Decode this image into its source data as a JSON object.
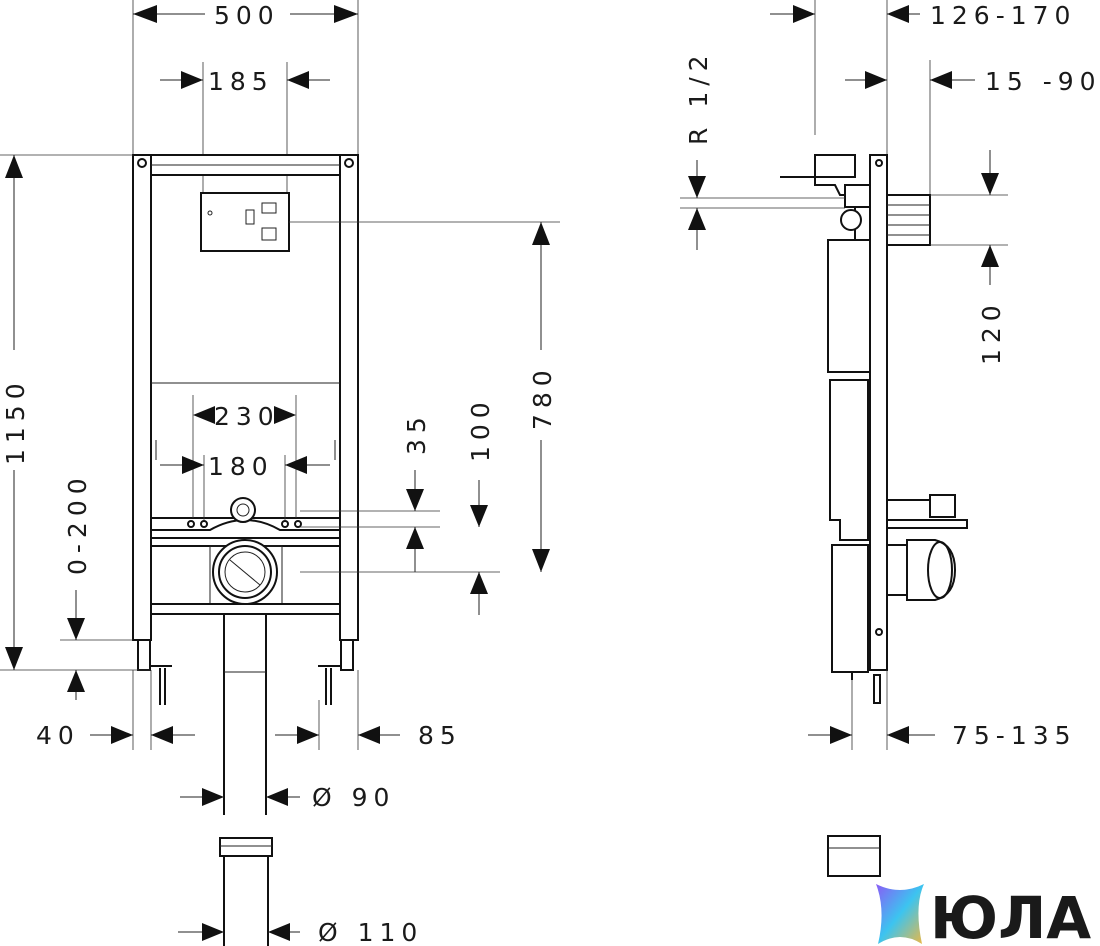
{
  "dimensions": {
    "width_500": "500",
    "width_185": "185",
    "height_1150": "1150",
    "range_0_200": "0-200",
    "width_230": "230",
    "width_180": "180",
    "dim_35": "35",
    "dim_100": "100",
    "dim_780": "780",
    "dim_40": "40",
    "dim_85": "85",
    "diam_90": "Ø 90",
    "diam_110": "Ø 110",
    "depth_126_170": "126-170",
    "depth_15_90": "15 -90",
    "thread_r12": "R 1/2",
    "dim_120": "120",
    "depth_75_135": "75-135"
  },
  "logo": {
    "text": "ЮЛА",
    "colors": [
      "#8a5cf6",
      "#3cc4f0",
      "#f0b840"
    ]
  }
}
